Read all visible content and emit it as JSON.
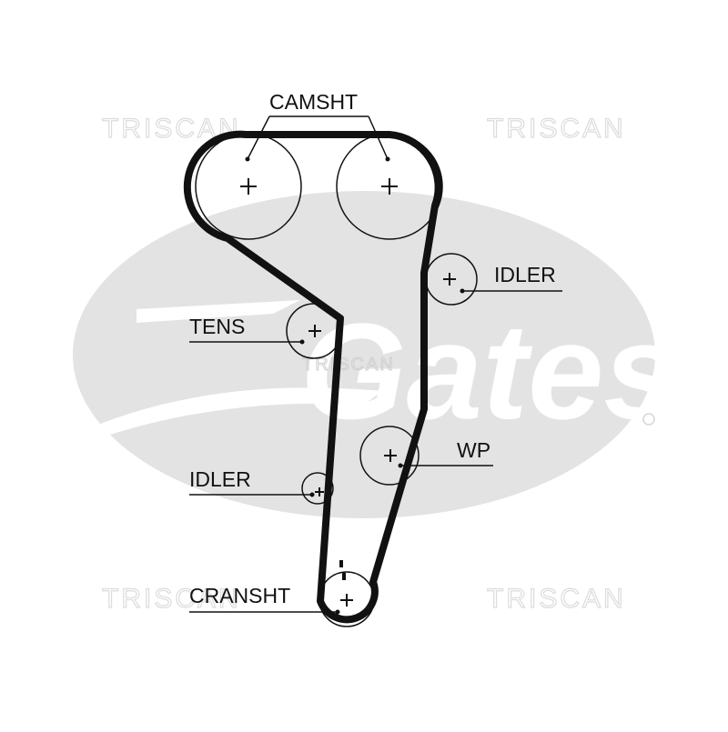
{
  "watermarks": {
    "brand": "TRISCAN",
    "logo_text": "Gates"
  },
  "labels": {
    "camshaft": "CAMSHT",
    "idler_right": "IDLER",
    "tensioner": "TENS",
    "water_pump": "WP",
    "idler_left": "IDLER",
    "crankshaft": "CRANSHT"
  },
  "colors": {
    "line": "#111111",
    "logo_gray": "#e3e3e3",
    "watermark_gray": "#dcdcdc"
  }
}
